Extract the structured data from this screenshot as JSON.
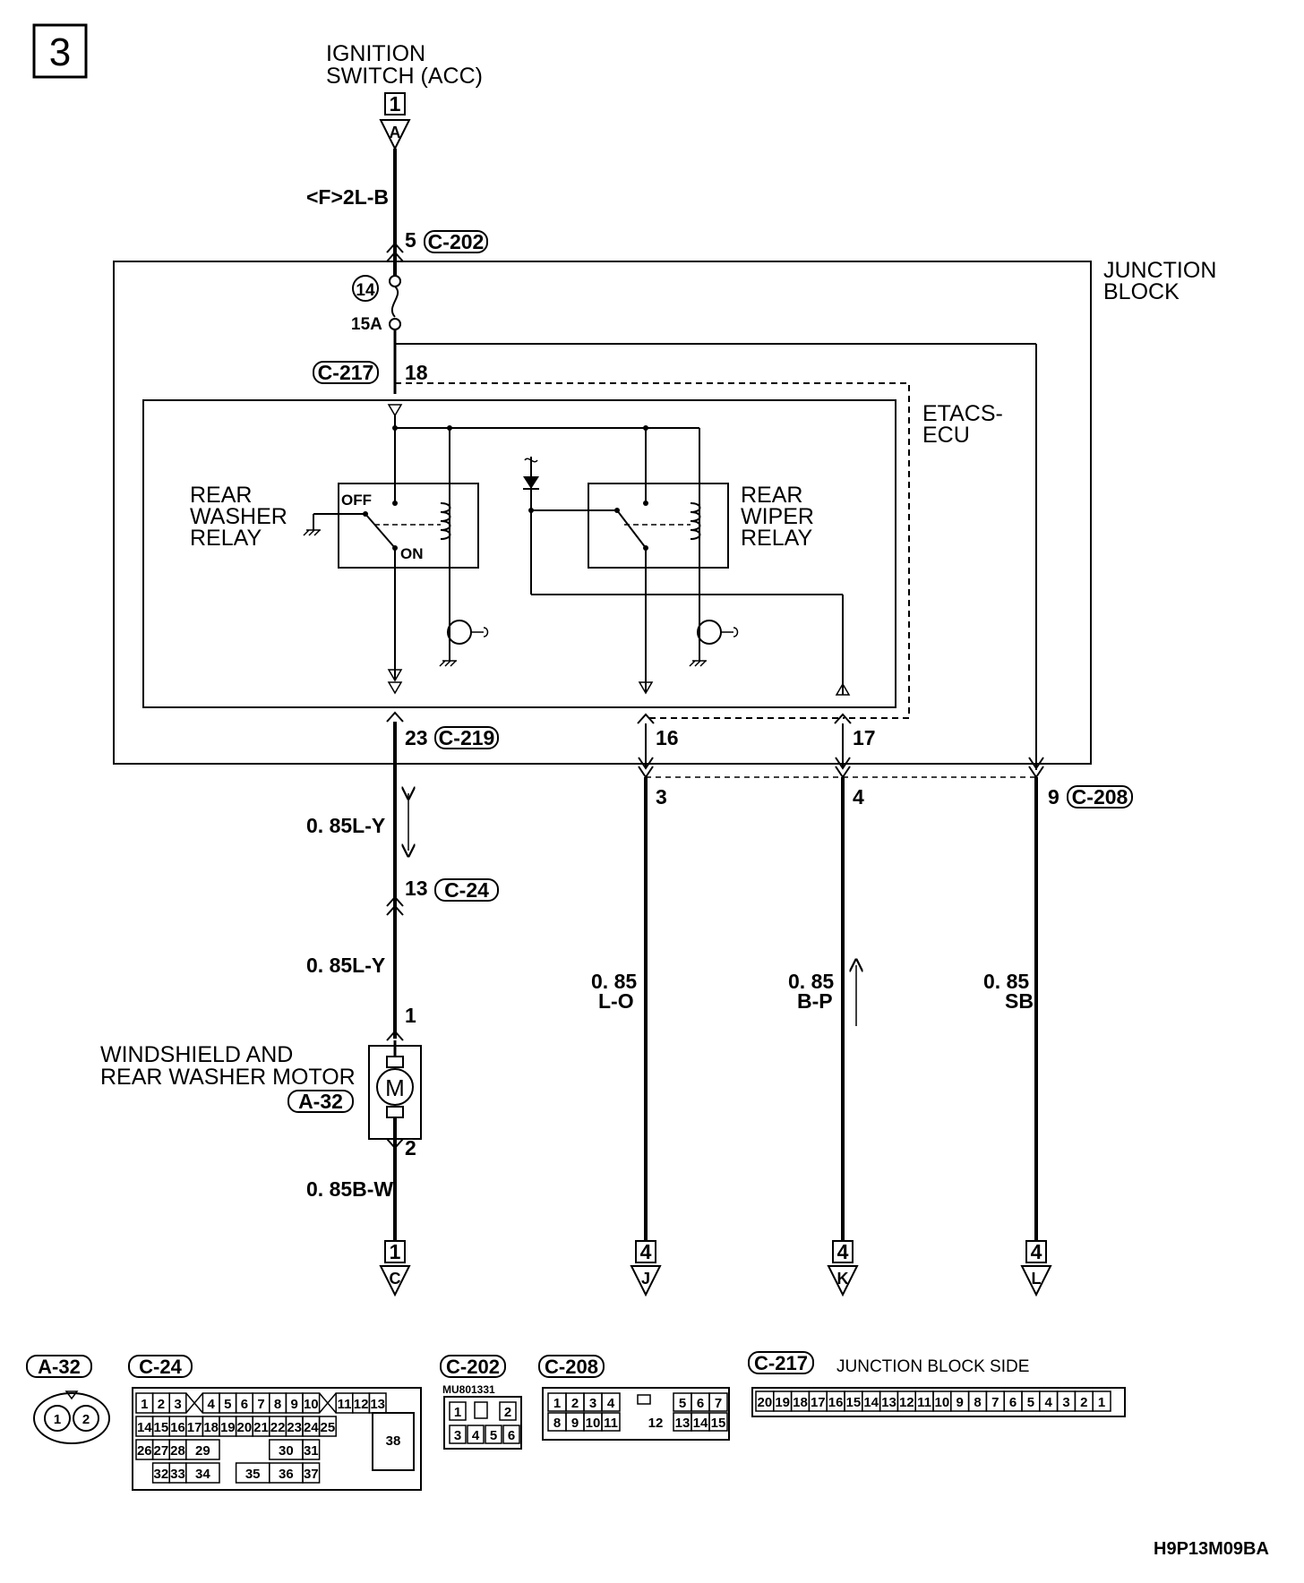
{
  "page_number": "3",
  "ignition": {
    "line1": "IGNITION",
    "line2": "SWITCH (ACC)",
    "pin": "1",
    "arrow": "A"
  },
  "wire_f": "<F>2L-B",
  "c202": {
    "pin": "5",
    "conn": "C-202"
  },
  "junction_block": {
    "line1": "JUNCTION",
    "line2": "BLOCK"
  },
  "fuse": {
    "number": "14",
    "rating": "15A"
  },
  "c217": {
    "conn": "C-217",
    "pin": "18"
  },
  "etacs": {
    "line1": "ETACS-",
    "line2": "ECU"
  },
  "washer_relay": {
    "line1": "REAR",
    "line2": "WASHER",
    "line3": "RELAY",
    "off": "OFF",
    "on": "ON"
  },
  "wiper_relay": {
    "line1": "REAR",
    "line2": "WIPER",
    "line3": "RELAY"
  },
  "c219": {
    "pin": "23",
    "conn": "C-219"
  },
  "pins": {
    "p16": "16",
    "p17": "17",
    "p3": "3",
    "p4": "4",
    "p9": "9",
    "c208": "C-208"
  },
  "wire_ly1": "0. 85L-Y",
  "c24": {
    "pin": "13",
    "conn": "C-24"
  },
  "wire_ly2": "0. 85L-Y",
  "motor": {
    "line1": "WINDSHIELD AND",
    "line2": "REAR WASHER MOTOR",
    "conn": "A-32",
    "pin_top": "1",
    "pin_bot": "2",
    "symbol": "M"
  },
  "wire_bw": "0. 85B-W",
  "wire_lo": {
    "a": "0. 85",
    "b": "L-O"
  },
  "wire_bp": {
    "a": "0. 85",
    "b": "B-P"
  },
  "wire_sb": {
    "a": "0. 85",
    "b": "SB"
  },
  "bottom_terms": [
    {
      "num": "1",
      "letter": "C"
    },
    {
      "num": "4",
      "letter": "J"
    },
    {
      "num": "4",
      "letter": "K"
    },
    {
      "num": "4",
      "letter": "L"
    }
  ],
  "legend": {
    "a32": {
      "tag": "A-32",
      "cav1": "1",
      "cav2": "2"
    },
    "c24": {
      "tag": "C-24",
      "row1": [
        "1",
        "2",
        "3",
        "4",
        "5",
        "6",
        "7",
        "8",
        "9",
        "10",
        "11",
        "12",
        "13"
      ],
      "row2": [
        "14",
        "15",
        "16",
        "17",
        "18",
        "19",
        "20",
        "21",
        "22",
        "23",
        "24",
        "25"
      ],
      "row3": [
        "26",
        "27",
        "28",
        "29",
        "30",
        "31",
        "38"
      ],
      "row4": [
        "32",
        "33",
        "34",
        "35",
        "36",
        "37"
      ]
    },
    "c202": {
      "tag": "C-202",
      "part": "MU801331",
      "cav": [
        "1",
        "2",
        "3",
        "4",
        "5",
        "6"
      ]
    },
    "c208": {
      "tag": "C-208",
      "row1": [
        "1",
        "2",
        "3",
        "4",
        "5",
        "6",
        "7"
      ],
      "row2": [
        "8",
        "9",
        "10",
        "11",
        "12",
        "13",
        "14",
        "15"
      ]
    },
    "c217": {
      "tag": "C-217",
      "label": "JUNCTION BLOCK SIDE",
      "cav": [
        "20",
        "19",
        "18",
        "17",
        "16",
        "15",
        "14",
        "13",
        "12",
        "11",
        "10",
        "9",
        "8",
        "7",
        "6",
        "5",
        "4",
        "3",
        "2",
        "1"
      ]
    }
  },
  "figure_id": "H9P13M09BA"
}
